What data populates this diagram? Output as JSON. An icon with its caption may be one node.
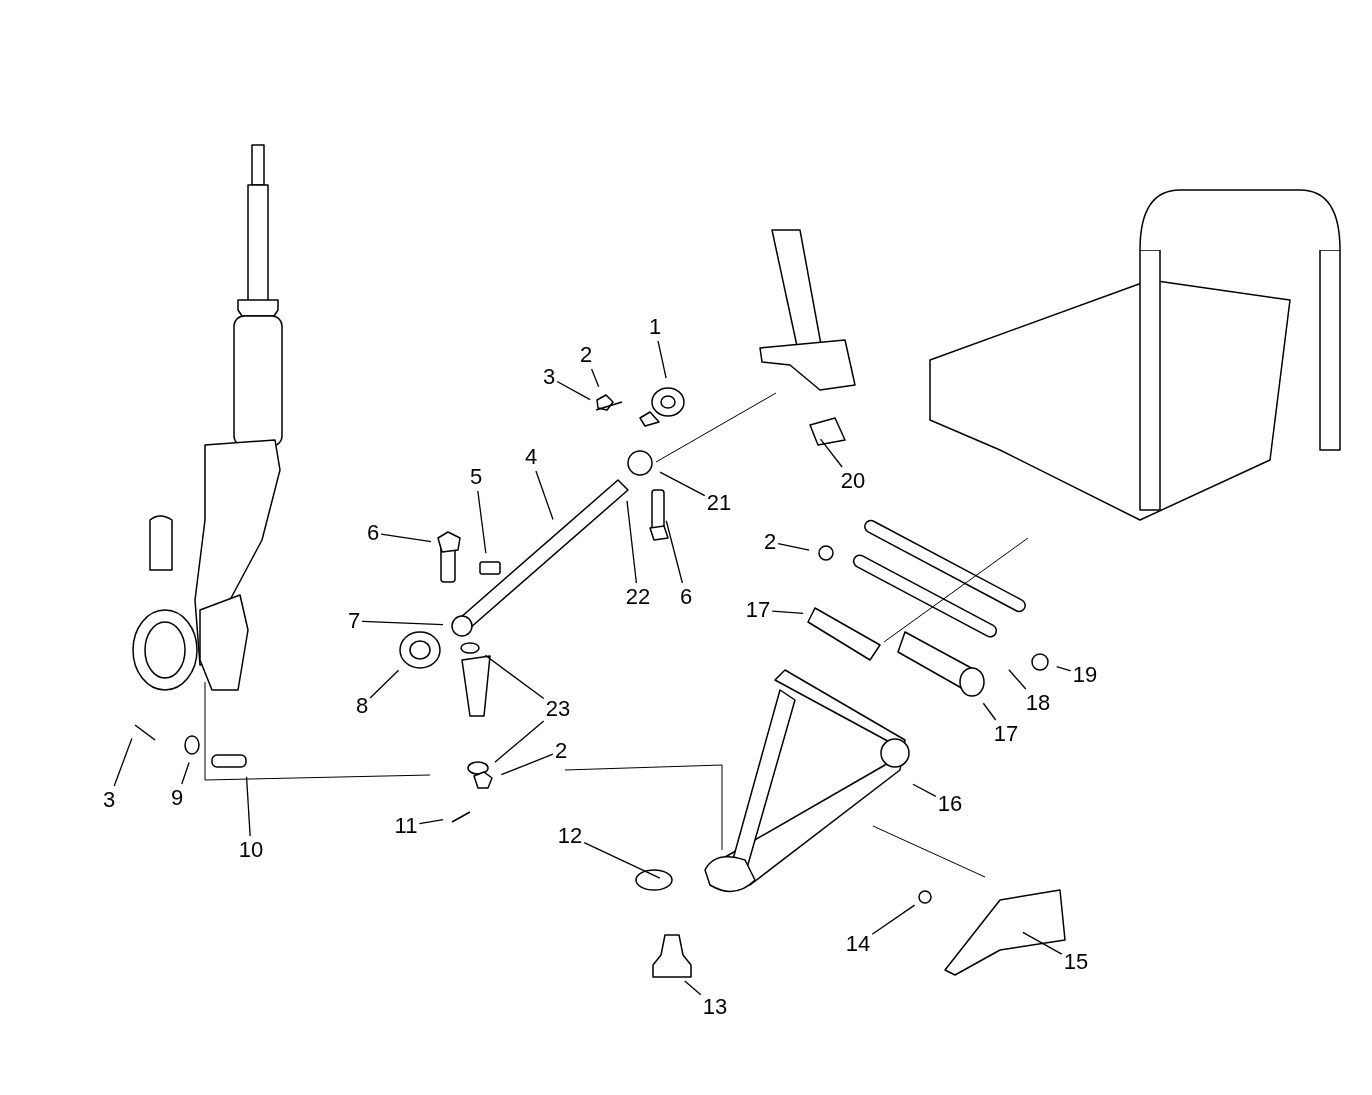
{
  "diagram": {
    "nodes": [
      {
        "text": [
          "1"
        ]
      },
      {
        "text": [
          "2"
        ]
      },
      {
        "text": [
          "3"
        ]
      },
      {
        "text": [
          "4"
        ]
      },
      {
        "text": [
          "5"
        ]
      },
      {
        "text": [
          "21"
        ]
      },
      {
        "text": [
          "20"
        ]
      },
      {
        "text": [
          "6"
        ]
      },
      {
        "text": [
          "2"
        ]
      },
      {
        "text": [
          "22"
        ]
      },
      {
        "text": [
          "6"
        ]
      },
      {
        "text": [
          "17"
        ]
      },
      {
        "text": [
          "7"
        ]
      },
      {
        "text": [
          "19"
        ]
      },
      {
        "text": [
          "18"
        ]
      },
      {
        "text": [
          "8"
        ]
      },
      {
        "text": [
          "23"
        ]
      },
      {
        "text": [
          "17"
        ]
      },
      {
        "text": [
          "2"
        ]
      },
      {
        "text": [
          "3"
        ]
      },
      {
        "text": [
          "9"
        ]
      },
      {
        "text": [
          "16"
        ]
      },
      {
        "text": [
          "10"
        ]
      },
      {
        "text": [
          "11"
        ]
      },
      {
        "text": [
          "12"
        ]
      },
      {
        "text": [
          "15"
        ]
      },
      {
        "text": [
          "14"
        ]
      },
      {
        "text": [
          "13"
        ]
      }
    ],
    "edges": [
      {
        "from": 0,
        "to": null,
        "arrow": "none"
      },
      {
        "from": 1,
        "to": null,
        "arrow": "none"
      },
      {
        "from": 2,
        "to": null,
        "arrow": "none"
      },
      {
        "from": 3,
        "to": null,
        "arrow": "none"
      },
      {
        "from": 4,
        "to": null,
        "arrow": "none"
      },
      {
        "from": 5,
        "to": null,
        "arrow": "none"
      },
      {
        "from": 6,
        "to": null,
        "arrow": "none"
      },
      {
        "from": 7,
        "to": null,
        "arrow": "none"
      },
      {
        "from": 8,
        "to": null,
        "arrow": "none"
      },
      {
        "from": 9,
        "to": null,
        "arrow": "none"
      },
      {
        "from": 10,
        "to": null,
        "arrow": "none"
      },
      {
        "from": 11,
        "to": null,
        "arrow": "none"
      },
      {
        "from": 12,
        "to": null,
        "arrow": "none"
      },
      {
        "from": 13,
        "to": null,
        "arrow": "none"
      },
      {
        "from": 14,
        "to": null,
        "arrow": "none"
      },
      {
        "from": 15,
        "to": null,
        "arrow": "none"
      },
      {
        "from": 16,
        "to": null,
        "arrow": "none"
      },
      {
        "from": 16,
        "to": null,
        "arrow": "none"
      },
      {
        "from": 17,
        "to": null,
        "arrow": "none"
      },
      {
        "from": 18,
        "to": null,
        "arrow": "none"
      },
      {
        "from": 19,
        "to": null,
        "arrow": "none"
      },
      {
        "from": 20,
        "to": null,
        "arrow": "none"
      },
      {
        "from": 21,
        "to": null,
        "arrow": "none"
      },
      {
        "from": 22,
        "to": null,
        "arrow": "none"
      },
      {
        "from": 23,
        "to": null,
        "arrow": "none"
      },
      {
        "from": 24,
        "to": null,
        "arrow": "none"
      },
      {
        "from": 25,
        "to": null,
        "arrow": "none"
      },
      {
        "from": 26,
        "to": null,
        "arrow": "none"
      },
      {
        "from": 27,
        "to": null,
        "arrow": "none"
      }
    ]
  }
}
